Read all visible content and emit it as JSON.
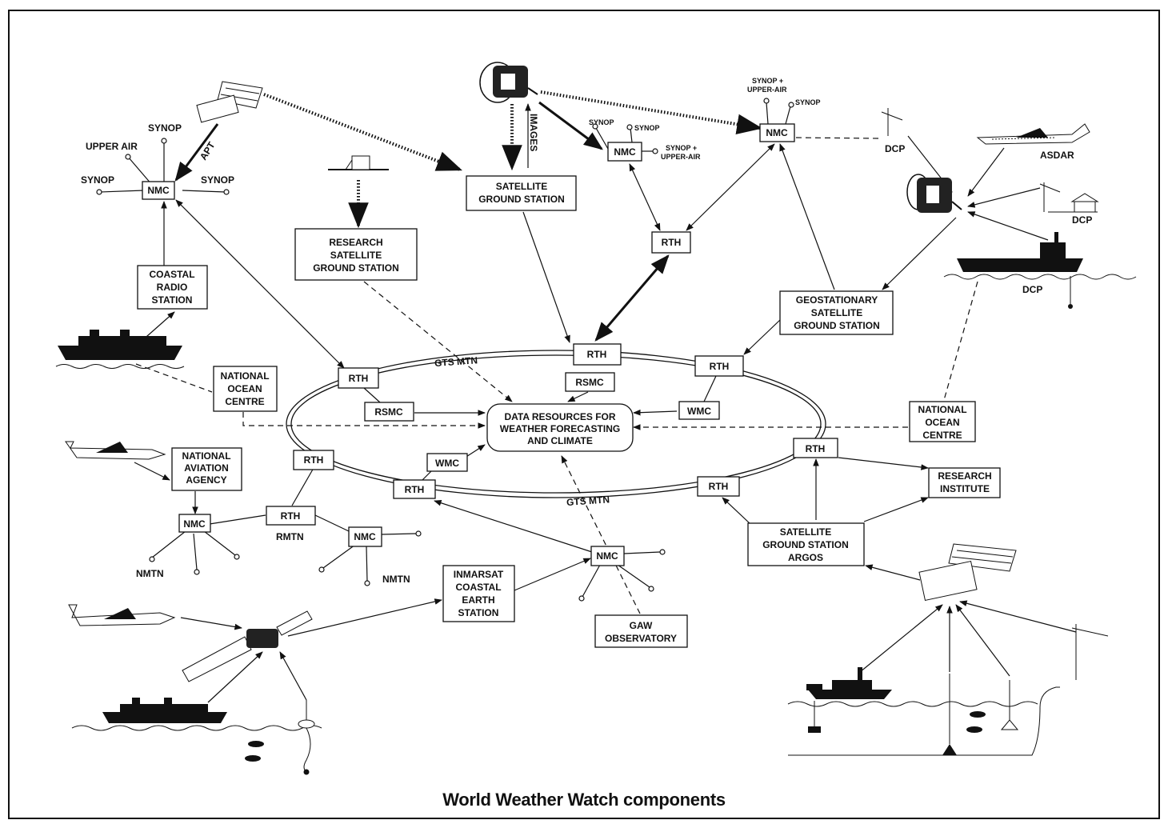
{
  "caption": "World Weather Watch components",
  "boxes": {
    "satellite_ground_station": [
      "SATELLITE",
      "GROUND STATION"
    ],
    "research_satellite_ground_station": [
      "RESEARCH",
      "SATELLITE",
      "GROUND STATION"
    ],
    "coastal_radio_station": [
      "COASTAL",
      "RADIO",
      "STATION"
    ],
    "national_ocean_centre_left": [
      "NATIONAL",
      "OCEAN",
      "CENTRE"
    ],
    "national_ocean_centre_right": [
      "NATIONAL",
      "OCEAN",
      "CENTRE"
    ],
    "geostationary_satellite_ground_station": [
      "GEOSTATIONARY",
      "SATELLITE",
      "GROUND STATION"
    ],
    "data_resources": [
      "DATA RESOURCES FOR",
      "WEATHER FORECASTING",
      "AND CLIMATE"
    ],
    "national_aviation_agency": [
      "NATIONAL",
      "AVIATION",
      "AGENCY"
    ],
    "inmarsat": [
      "INMARSAT",
      "COASTAL",
      "EARTH",
      "STATION"
    ],
    "gaw_observatory": [
      "GAW",
      "OBSERVATORY"
    ],
    "satellite_ground_station_argos": [
      "SATELLITE",
      "GROUND STATION",
      "ARGOS"
    ],
    "research_institute": [
      "RESEARCH",
      "INSTITUTE"
    ]
  },
  "nodes": {
    "nmc": "NMC",
    "rth": "RTH",
    "rsmc": "RSMC",
    "wmc": "WMC"
  },
  "labels": {
    "synop": "SYNOP",
    "upper_air": "UPPER AIR",
    "synop_upper_air": [
      "SYNOP +",
      "UPPER-AIR"
    ],
    "apt": "APT",
    "images": "IMAGES",
    "dcp": "DCP",
    "asdar": "ASDAR",
    "gts_mtn": "GTS MTN",
    "rmtn": "RMTN",
    "nmtn": "NMTN"
  }
}
